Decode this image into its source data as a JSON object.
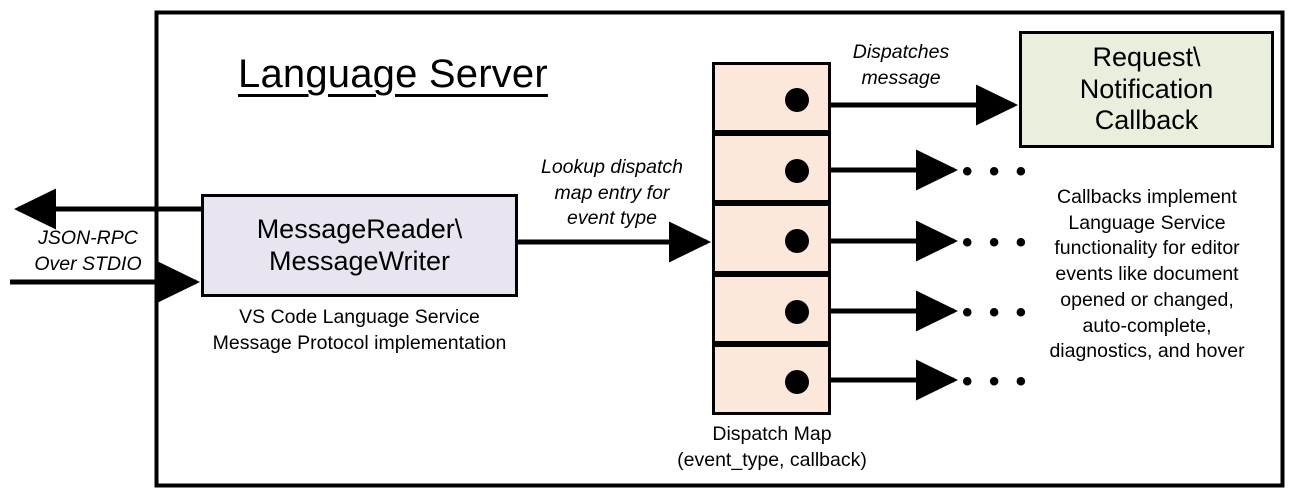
{
  "diagram": {
    "title": "Language Server",
    "outer_container_name": "Language Server boundary"
  },
  "message_box": {
    "line1": "MessageReader\\",
    "line2": "MessageWriter",
    "caption_line1": "VS Code Language Service",
    "caption_line2": "Message Protocol implementation",
    "fill": "#E8E5F0"
  },
  "callback_box": {
    "line1": "Request\\",
    "line2": "Notification",
    "line3": "Callback",
    "fill": "#E8EFDD",
    "caption_lines": [
      "Callbacks implement",
      "Language Service",
      "functionality for editor",
      "events like document",
      "opened or changed,",
      "auto-complete,",
      "diagnostics, and hover"
    ]
  },
  "dispatch_map": {
    "caption_line1": "Dispatch Map",
    "caption_line2": "(event_type, callback)",
    "fill": "#FCE8DA",
    "rows": [
      {
        "index": 0,
        "has_callback_dot": true
      },
      {
        "index": 1,
        "has_callback_dot": true
      },
      {
        "index": 2,
        "has_callback_dot": true
      },
      {
        "index": 3,
        "has_callback_dot": true
      },
      {
        "index": 4,
        "has_callback_dot": true
      }
    ]
  },
  "labels": {
    "jsonrpc_line1": "JSON-RPC",
    "jsonrpc_line2": "Over STDIO",
    "lookup_line1": "Lookup dispatch",
    "lookup_line2": "map entry for",
    "lookup_line3": "event type",
    "dispatches_line1": "Dispatches",
    "dispatches_line2": "message"
  },
  "ellipses": {
    "glyph": "• • •",
    "count": 4
  },
  "colors": {
    "stroke": "#000000",
    "background": "#FFFFFF"
  }
}
